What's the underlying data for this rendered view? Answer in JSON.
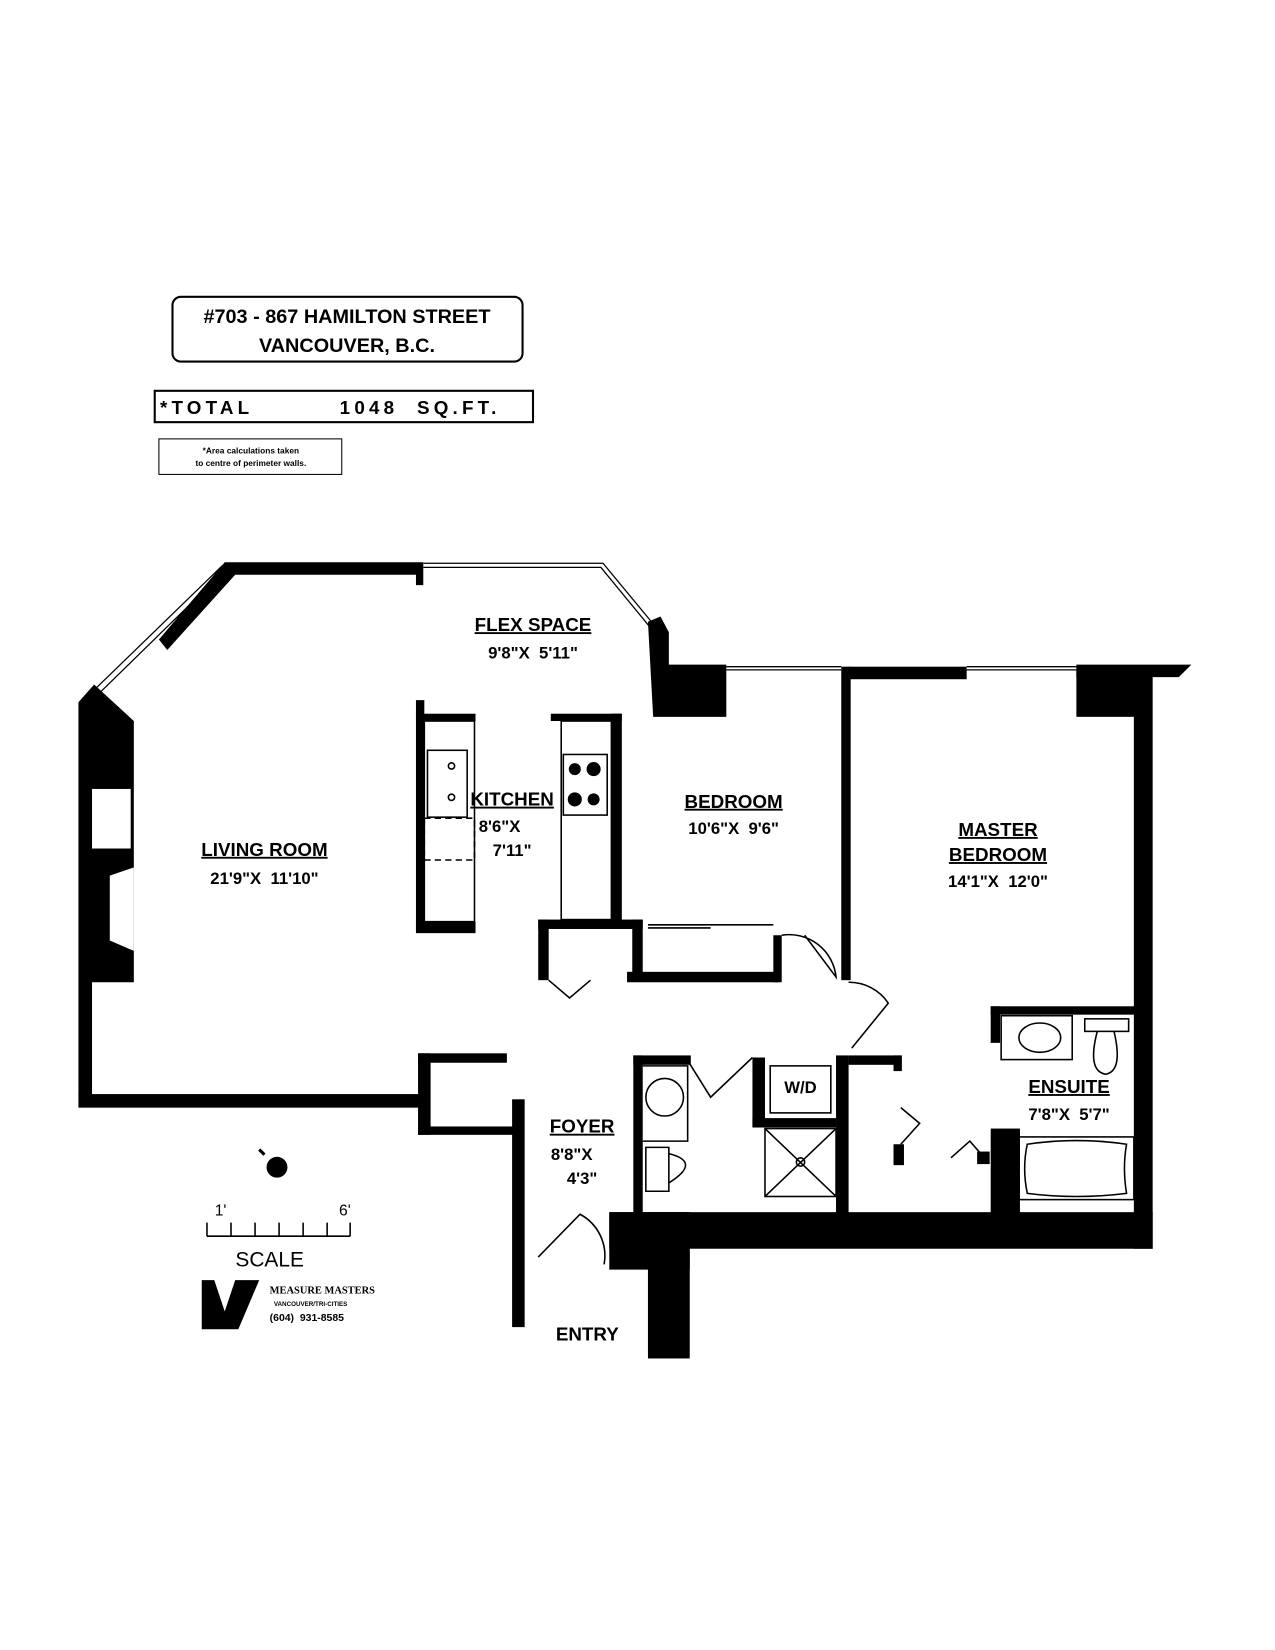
{
  "header": {
    "address_line1": "#703 - 867 HAMILTON STREET",
    "address_line2": "VANCOUVER, B.C.",
    "total_label": "*TOTAL",
    "total_value": "1048  SQ.FT.",
    "note_line1": "*Area calculations taken",
    "note_line2": "to centre of perimeter walls."
  },
  "rooms": {
    "flex": {
      "name": "FLEX SPACE",
      "dims": "9'8\"X  5'11\""
    },
    "kitchen": {
      "name": "KITCHEN",
      "dims1": "8'6\"X",
      "dims2": "7'11\""
    },
    "living": {
      "name": "LIVING ROOM",
      "dims": "21'9\"X  11'10\""
    },
    "bedroom": {
      "name": "BEDROOM",
      "dims": "10'6\"X  9'6\""
    },
    "master": {
      "name1": "MASTER",
      "name2": "BEDROOM",
      "dims": "14'1\"X  12'0\""
    },
    "ensuite": {
      "name": "ENSUITE",
      "dims": "7'8\"X  5'7\""
    },
    "foyer": {
      "name": "FOYER",
      "dims1": "8'8\"X",
      "dims2": "4'3\""
    },
    "entry": {
      "name": "ENTRY"
    },
    "laundry": {
      "name": "W/D"
    }
  },
  "scale": {
    "label": "SCALE",
    "start": "1'",
    "end": "6'"
  },
  "logo": {
    "company": "MEASURE MASTERS",
    "region": "VANCOUVER/TRI-CITIES",
    "phone": "(604)  931-8585"
  }
}
